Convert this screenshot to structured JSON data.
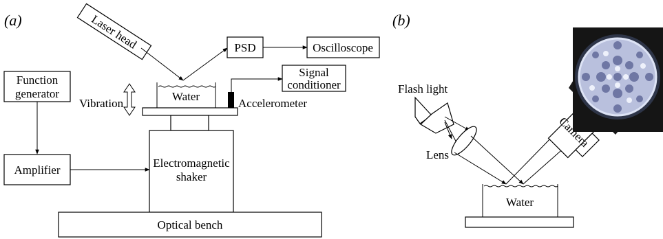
{
  "panel_a": {
    "label": "(a)",
    "laser_head": "Laser head",
    "psd": "PSD",
    "oscilloscope": "Oscilloscope",
    "signal_conditioner_line1": "Signal",
    "signal_conditioner_line2": "conditioner",
    "function_generator_line1": "Function",
    "function_generator_line2": "generator",
    "vibration": "Vibration",
    "water": "Water",
    "accelerometer": "Accelerometer",
    "amplifier": "Amplifier",
    "shaker_line1": "Electromagnetic",
    "shaker_line2": "shaker",
    "optical_bench": "Optical bench"
  },
  "panel_b": {
    "label": "(b)",
    "flash_light": "Flash light",
    "lens": "Lens",
    "camera": "Camera",
    "water": "Water"
  }
}
